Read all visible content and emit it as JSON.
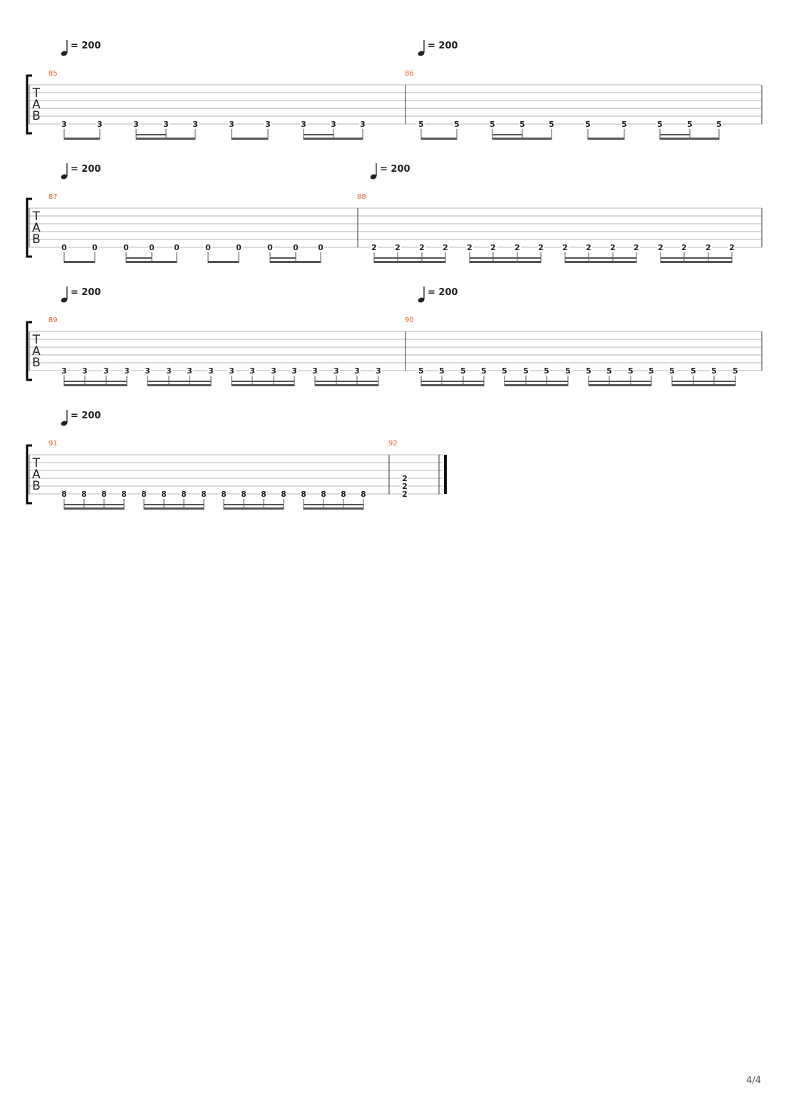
{
  "tab_clef": [
    "T",
    "A",
    "B"
  ],
  "tempo_label_prefix": "=",
  "systems": [
    {
      "measures": [
        {
          "number": "85",
          "tempo": "200",
          "groups": [
            {
              "beams": 1,
              "notes": [
                {
                  "string": 6,
                  "fret": "3"
                },
                {
                  "string": 6,
                  "fret": "3"
                }
              ]
            },
            {
              "beams": 2,
              "partial_end": 1,
              "notes": [
                {
                  "string": 6,
                  "fret": "3"
                },
                {
                  "string": 6,
                  "fret": "3"
                },
                {
                  "string": 6,
                  "fret": "3"
                }
              ]
            },
            {
              "beams": 1,
              "notes": [
                {
                  "string": 6,
                  "fret": "3"
                },
                {
                  "string": 6,
                  "fret": "3"
                }
              ]
            },
            {
              "beams": 2,
              "partial_end": 1,
              "notes": [
                {
                  "string": 6,
                  "fret": "3"
                },
                {
                  "string": 6,
                  "fret": "3"
                },
                {
                  "string": 6,
                  "fret": "3"
                }
              ]
            }
          ]
        },
        {
          "number": "86",
          "tempo": "200",
          "groups": [
            {
              "beams": 1,
              "notes": [
                {
                  "string": 6,
                  "fret": "5"
                },
                {
                  "string": 6,
                  "fret": "5"
                }
              ]
            },
            {
              "beams": 2,
              "partial_end": 1,
              "notes": [
                {
                  "string": 6,
                  "fret": "5"
                },
                {
                  "string": 6,
                  "fret": "5"
                },
                {
                  "string": 6,
                  "fret": "5"
                }
              ]
            },
            {
              "beams": 1,
              "notes": [
                {
                  "string": 6,
                  "fret": "5"
                },
                {
                  "string": 6,
                  "fret": "5"
                }
              ]
            },
            {
              "beams": 2,
              "partial_end": 1,
              "notes": [
                {
                  "string": 6,
                  "fret": "5"
                },
                {
                  "string": 6,
                  "fret": "5"
                },
                {
                  "string": 6,
                  "fret": "5"
                }
              ]
            }
          ]
        }
      ]
    },
    {
      "measures": [
        {
          "number": "87",
          "tempo": "200",
          "groups": [
            {
              "beams": 1,
              "notes": [
                {
                  "string": 6,
                  "fret": "0"
                },
                {
                  "string": 6,
                  "fret": "0"
                }
              ]
            },
            {
              "beams": 2,
              "partial_end": 1,
              "notes": [
                {
                  "string": 6,
                  "fret": "0"
                },
                {
                  "string": 6,
                  "fret": "0"
                },
                {
                  "string": 6,
                  "fret": "0"
                }
              ]
            },
            {
              "beams": 1,
              "notes": [
                {
                  "string": 6,
                  "fret": "0"
                },
                {
                  "string": 6,
                  "fret": "0"
                }
              ]
            },
            {
              "beams": 2,
              "partial_end": 1,
              "notes": [
                {
                  "string": 6,
                  "fret": "0"
                },
                {
                  "string": 6,
                  "fret": "0"
                },
                {
                  "string": 6,
                  "fret": "0"
                }
              ]
            }
          ]
        },
        {
          "number": "88",
          "tempo": "200",
          "groups": [
            {
              "beams": 2,
              "notes": [
                {
                  "string": 6,
                  "fret": "2"
                },
                {
                  "string": 6,
                  "fret": "2"
                },
                {
                  "string": 6,
                  "fret": "2"
                },
                {
                  "string": 6,
                  "fret": "2"
                }
              ]
            },
            {
              "beams": 2,
              "notes": [
                {
                  "string": 6,
                  "fret": "2"
                },
                {
                  "string": 6,
                  "fret": "2"
                },
                {
                  "string": 6,
                  "fret": "2"
                },
                {
                  "string": 6,
                  "fret": "2"
                }
              ]
            },
            {
              "beams": 2,
              "notes": [
                {
                  "string": 6,
                  "fret": "2"
                },
                {
                  "string": 6,
                  "fret": "2"
                },
                {
                  "string": 6,
                  "fret": "2"
                },
                {
                  "string": 6,
                  "fret": "2"
                }
              ]
            },
            {
              "beams": 2,
              "notes": [
                {
                  "string": 6,
                  "fret": "2"
                },
                {
                  "string": 6,
                  "fret": "2"
                },
                {
                  "string": 6,
                  "fret": "2"
                },
                {
                  "string": 6,
                  "fret": "2"
                }
              ]
            }
          ]
        }
      ]
    },
    {
      "measures": [
        {
          "number": "89",
          "tempo": "200",
          "groups": [
            {
              "beams": 2,
              "notes": [
                {
                  "string": 6,
                  "fret": "3"
                },
                {
                  "string": 6,
                  "fret": "3"
                },
                {
                  "string": 6,
                  "fret": "3"
                },
                {
                  "string": 6,
                  "fret": "3"
                }
              ]
            },
            {
              "beams": 2,
              "notes": [
                {
                  "string": 6,
                  "fret": "3"
                },
                {
                  "string": 6,
                  "fret": "3"
                },
                {
                  "string": 6,
                  "fret": "3"
                },
                {
                  "string": 6,
                  "fret": "3"
                }
              ]
            },
            {
              "beams": 2,
              "notes": [
                {
                  "string": 6,
                  "fret": "3"
                },
                {
                  "string": 6,
                  "fret": "3"
                },
                {
                  "string": 6,
                  "fret": "3"
                },
                {
                  "string": 6,
                  "fret": "3"
                }
              ]
            },
            {
              "beams": 2,
              "notes": [
                {
                  "string": 6,
                  "fret": "3"
                },
                {
                  "string": 6,
                  "fret": "3"
                },
                {
                  "string": 6,
                  "fret": "3"
                },
                {
                  "string": 6,
                  "fret": "3"
                }
              ]
            }
          ]
        },
        {
          "number": "90",
          "tempo": "200",
          "groups": [
            {
              "beams": 2,
              "notes": [
                {
                  "string": 6,
                  "fret": "5"
                },
                {
                  "string": 6,
                  "fret": "5"
                },
                {
                  "string": 6,
                  "fret": "5"
                },
                {
                  "string": 6,
                  "fret": "5"
                }
              ]
            },
            {
              "beams": 2,
              "notes": [
                {
                  "string": 6,
                  "fret": "5"
                },
                {
                  "string": 6,
                  "fret": "5"
                },
                {
                  "string": 6,
                  "fret": "5"
                },
                {
                  "string": 6,
                  "fret": "5"
                }
              ]
            },
            {
              "beams": 2,
              "notes": [
                {
                  "string": 6,
                  "fret": "5"
                },
                {
                  "string": 6,
                  "fret": "5"
                },
                {
                  "string": 6,
                  "fret": "5"
                },
                {
                  "string": 6,
                  "fret": "5"
                }
              ]
            },
            {
              "beams": 2,
              "notes": [
                {
                  "string": 6,
                  "fret": "5"
                },
                {
                  "string": 6,
                  "fret": "5"
                },
                {
                  "string": 6,
                  "fret": "5"
                },
                {
                  "string": 6,
                  "fret": "5"
                }
              ]
            }
          ]
        }
      ]
    },
    {
      "measures": [
        {
          "number": "91",
          "tempo": "200",
          "groups": [
            {
              "beams": 2,
              "notes": [
                {
                  "string": 6,
                  "fret": "8"
                },
                {
                  "string": 6,
                  "fret": "8"
                },
                {
                  "string": 6,
                  "fret": "8"
                },
                {
                  "string": 6,
                  "fret": "8"
                }
              ]
            },
            {
              "beams": 2,
              "notes": [
                {
                  "string": 6,
                  "fret": "8"
                },
                {
                  "string": 6,
                  "fret": "8"
                },
                {
                  "string": 6,
                  "fret": "8"
                },
                {
                  "string": 6,
                  "fret": "8"
                }
              ]
            },
            {
              "beams": 2,
              "notes": [
                {
                  "string": 6,
                  "fret": "8"
                },
                {
                  "string": 6,
                  "fret": "8"
                },
                {
                  "string": 6,
                  "fret": "8"
                },
                {
                  "string": 6,
                  "fret": "8"
                }
              ]
            },
            {
              "beams": 2,
              "notes": [
                {
                  "string": 6,
                  "fret": "8"
                },
                {
                  "string": 6,
                  "fret": "8"
                },
                {
                  "string": 6,
                  "fret": "8"
                },
                {
                  "string": 6,
                  "fret": "8"
                }
              ]
            }
          ]
        },
        {
          "number": "92",
          "tempo": null,
          "final_barline": true,
          "chords": [
            {
              "notes": [
                {
                  "string": 4,
                  "fret": "2"
                },
                {
                  "string": 5,
                  "fret": "2"
                },
                {
                  "string": 6,
                  "fret": "2"
                }
              ]
            }
          ]
        }
      ]
    }
  ],
  "page_number": "4/4",
  "colors": {
    "measure_number": "#e8652a",
    "staff_line": "#b4b4b4",
    "barline": "#555555",
    "text": "#222222",
    "beam": "#555555"
  }
}
